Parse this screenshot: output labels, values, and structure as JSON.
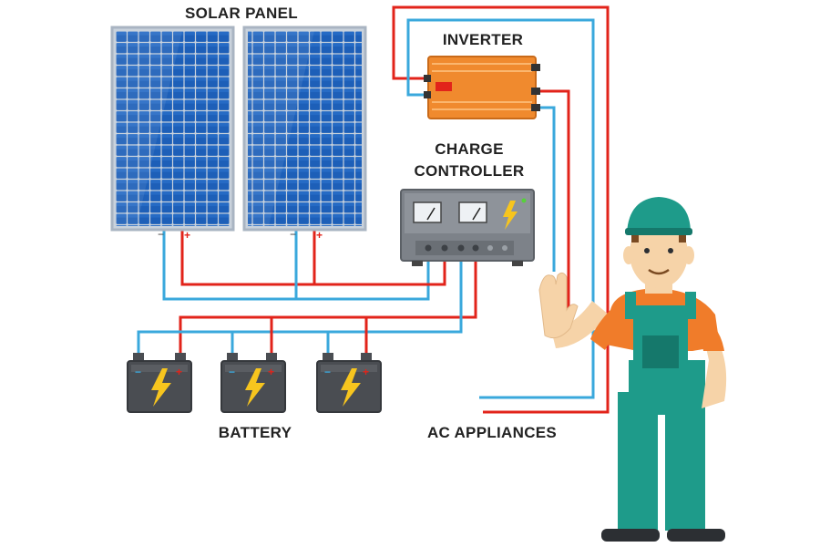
{
  "labels": {
    "solar_panel": "SOLAR PANEL",
    "inverter": "INVERTER",
    "charge_controller_line1": "CHARGE",
    "charge_controller_line2": "CONTROLLER",
    "battery": "BATTERY",
    "ac_appliances": "AC APPLIANCES"
  },
  "terminals": {
    "negative": "−",
    "positive": "+"
  },
  "colors": {
    "positive_wire": "#e2231a",
    "negative_wire": "#3aa8dc",
    "panel_cell": "#1d5fb8",
    "panel_frame": "#a9b4c2",
    "inverter_body": "#f08a2e",
    "controller_body": "#7d8289",
    "battery_body": "#4a4d52",
    "bolt": "#f7c51e",
    "overalls": "#1e9b8a",
    "shirt": "#f07c2a",
    "skin": "#f6d3a8"
  },
  "icons": [
    "lightning-bolt-icon",
    "gauge-icon"
  ]
}
